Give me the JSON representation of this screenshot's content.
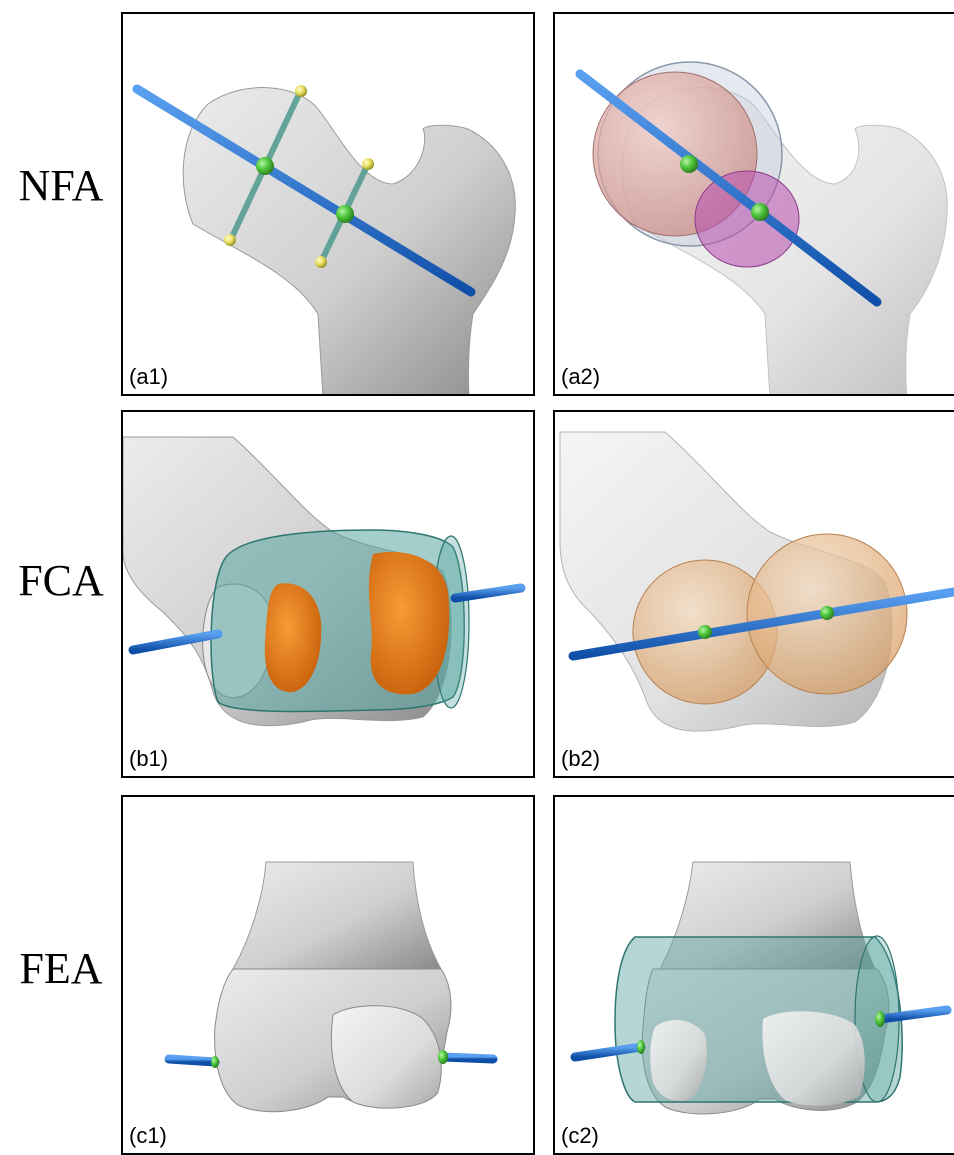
{
  "rows": [
    {
      "label": "NFA"
    },
    {
      "label": "FCA"
    },
    {
      "label": "FEA"
    }
  ],
  "panels": {
    "a1": "(a1)",
    "a2": "(a2)",
    "b1": "(b1)",
    "b2": "(b2)",
    "c1": "(c1)",
    "c2": "(c2)"
  },
  "colors": {
    "axis": "#1f6fd0",
    "point": "#4cc43a",
    "landmark": "#e9e060",
    "bone": "#d2d2d2",
    "sphere_pink": "#e8a8a0",
    "sphere_magenta": "#b84fb0",
    "cylinder_teal": "#5aa5a0",
    "cartilage_orange": "#f07a10",
    "sphere_peach": "#f0c090"
  }
}
